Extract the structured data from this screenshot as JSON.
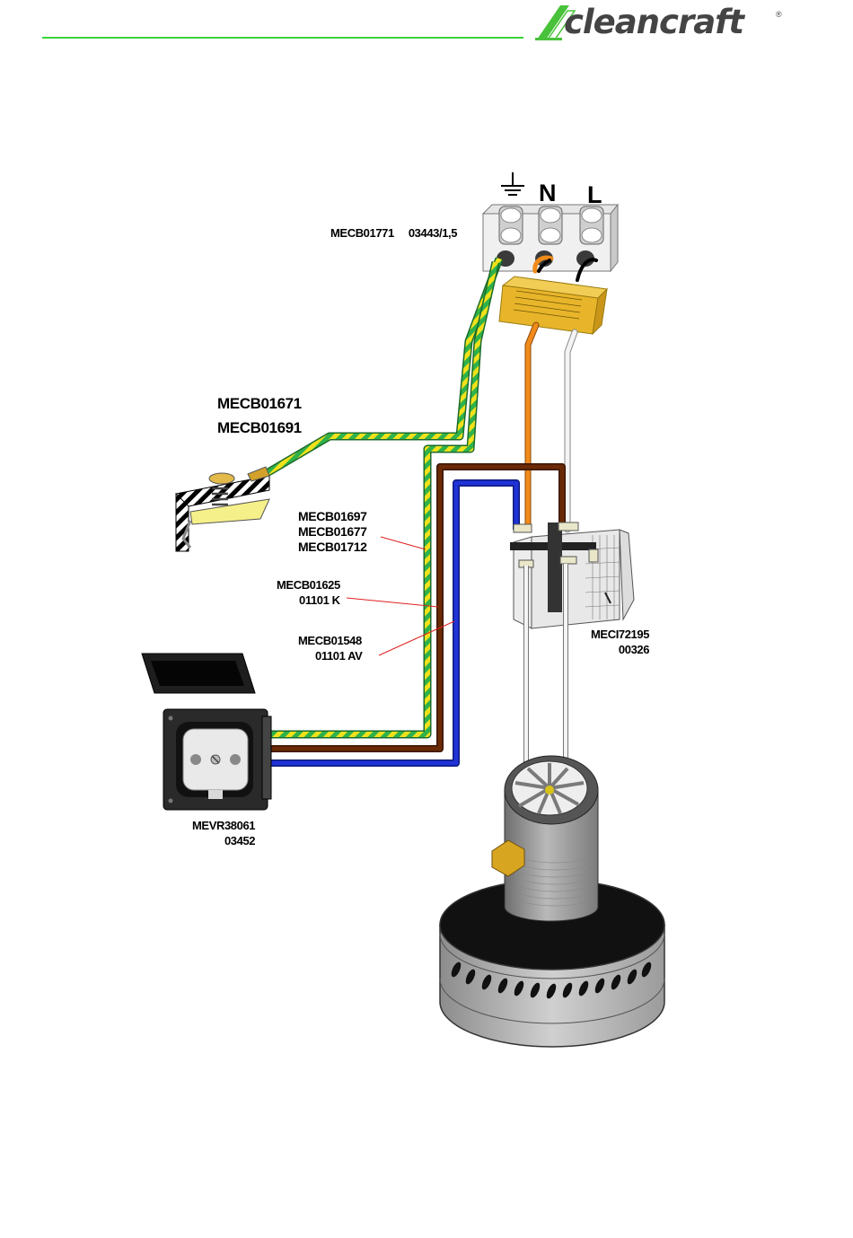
{
  "brand": {
    "name": "cleancraft",
    "registered_mark": "®",
    "rule_color": "#39d43a",
    "text_color": "#444444"
  },
  "terminals": {
    "ground_symbol": "earth-ground-icon",
    "neutral": "N",
    "line": "L"
  },
  "labels": {
    "terminal_block": {
      "part": "MECB01771",
      "code": "03443/1,5"
    },
    "ground_wire": [
      "MECB01671",
      "MECB01691"
    ],
    "brown_wire": [
      "MECB01697",
      "MECB01677",
      "MECB01712"
    ],
    "brown_wire2": [
      "MECB01625",
      "01101 K"
    ],
    "blue_wire": [
      "MECB01548",
      "01101 AV"
    ],
    "switch": [
      "MECI72195",
      "00326"
    ],
    "socket": [
      "MEVR38061",
      "03452"
    ]
  },
  "wire_colors": {
    "ground_green": "#2fb24a",
    "ground_yellow": "#f2e11a",
    "brown": "#6a2a05",
    "blue": "#1f33d6",
    "orange": "#f08a1a",
    "white": "#f4f4f4",
    "capacitor": "#e8b52a"
  }
}
